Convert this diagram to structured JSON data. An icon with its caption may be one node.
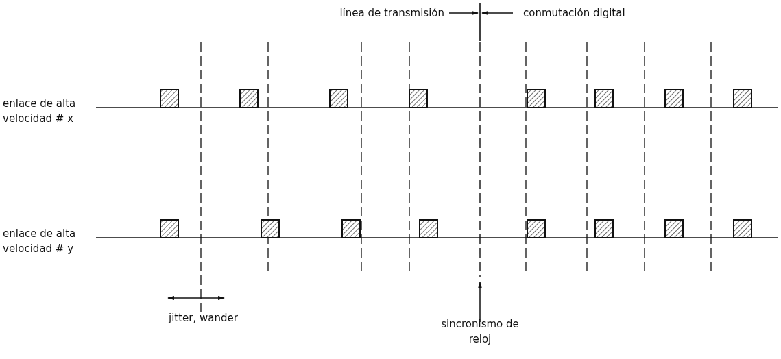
{
  "diagram": {
    "labels": [
      "línea de transmisión",
      "conmutación digital",
      "enlace de alta velocidad # x",
      "enlace de alta velocidad # y",
      "jitter, wander",
      "sincronismo de reloj"
    ]
  }
}
